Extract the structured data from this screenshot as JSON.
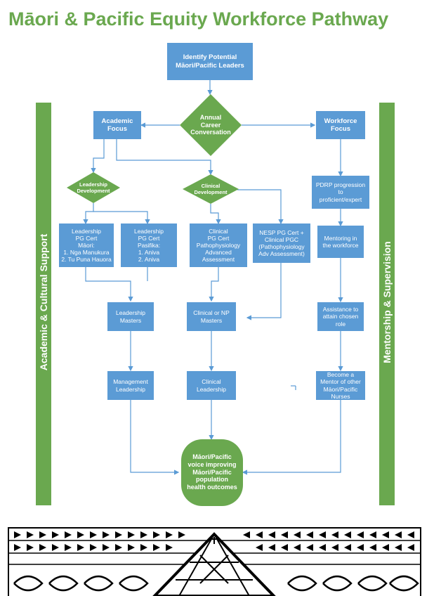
{
  "title": "Māori & Pacific Equity Workforce Pathway",
  "left_bar_label": "Academic & Cultural Support",
  "right_bar_label": "Mentorship & Supervision",
  "nodes": {
    "identify": "Identify Potential\nMāori/Pacific Leaders",
    "annual": "Annual\nCareer\nConversation",
    "academic_focus": "Academic\nFocus",
    "workforce_focus": "Workforce\nFocus",
    "leadership_dev": "Leadership\nDevelopment",
    "clinical_dev": "Clinical\nDevelopment",
    "pdrp": "PDRP progression to\nproficient/expert",
    "lead_pg_maori": "Leadership\nPG Cert\nMāori:\n1. Nga Manukura\n2. Tu Puna Hauora",
    "lead_pg_pasifika": "Leadership\nPG Cert\nPasifika:\n1. Aniva\n2. Aniva",
    "clinical_pg": "Clinical\nPG Cert\nPathophysiology\nAdvanced\nAssessment",
    "nesp_pg": "NESP PG Cert +\nClinical PGC\n(Pathophysiology\nAdv Assessment)",
    "mentoring": "Mentoring in\nthe workforce",
    "lead_masters": "Leadership\nMasters",
    "clin_np_masters": "Clinical or NP\nMasters",
    "assistance": "Assistance to\nattain chosen\nrole",
    "mgmt_leadership": "Management\nLeadership",
    "clin_leadership": "Clinical\nLeadership",
    "become_mentor": "Become a\nMentor of other\nMāori/Pacific\nNurses",
    "outcome": "Māori/Pacific\nvoice improving\nMāori/Pacific\npopulation\nhealth outcomes"
  },
  "colors": {
    "green": "#6aa84f",
    "blue": "#5b9bd5",
    "line": "#5b9bd5"
  },
  "decoration": "kowhaiwhai-pattern-border"
}
